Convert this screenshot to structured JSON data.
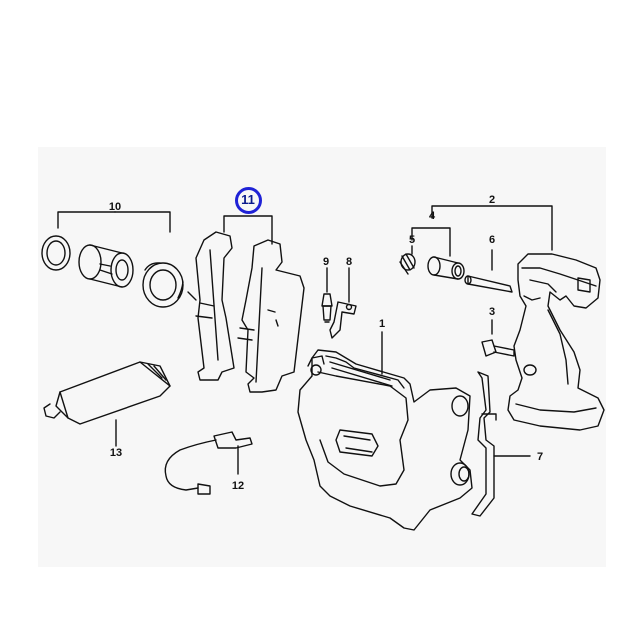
{
  "diagram": {
    "callouts": [
      {
        "id": "c1",
        "label": "1"
      },
      {
        "id": "c2",
        "label": "2"
      },
      {
        "id": "c3",
        "label": "3"
      },
      {
        "id": "c4",
        "label": "4"
      },
      {
        "id": "c5",
        "label": "5"
      },
      {
        "id": "c6",
        "label": "6"
      },
      {
        "id": "c7",
        "label": "7"
      },
      {
        "id": "c8",
        "label": "8"
      },
      {
        "id": "c9",
        "label": "9"
      },
      {
        "id": "c10",
        "label": "10"
      },
      {
        "id": "c11",
        "label": "11"
      },
      {
        "id": "c12",
        "label": "12"
      },
      {
        "id": "c13",
        "label": "13"
      }
    ],
    "highlighted_callout": "11",
    "highlight_color": "#1f22d6"
  }
}
